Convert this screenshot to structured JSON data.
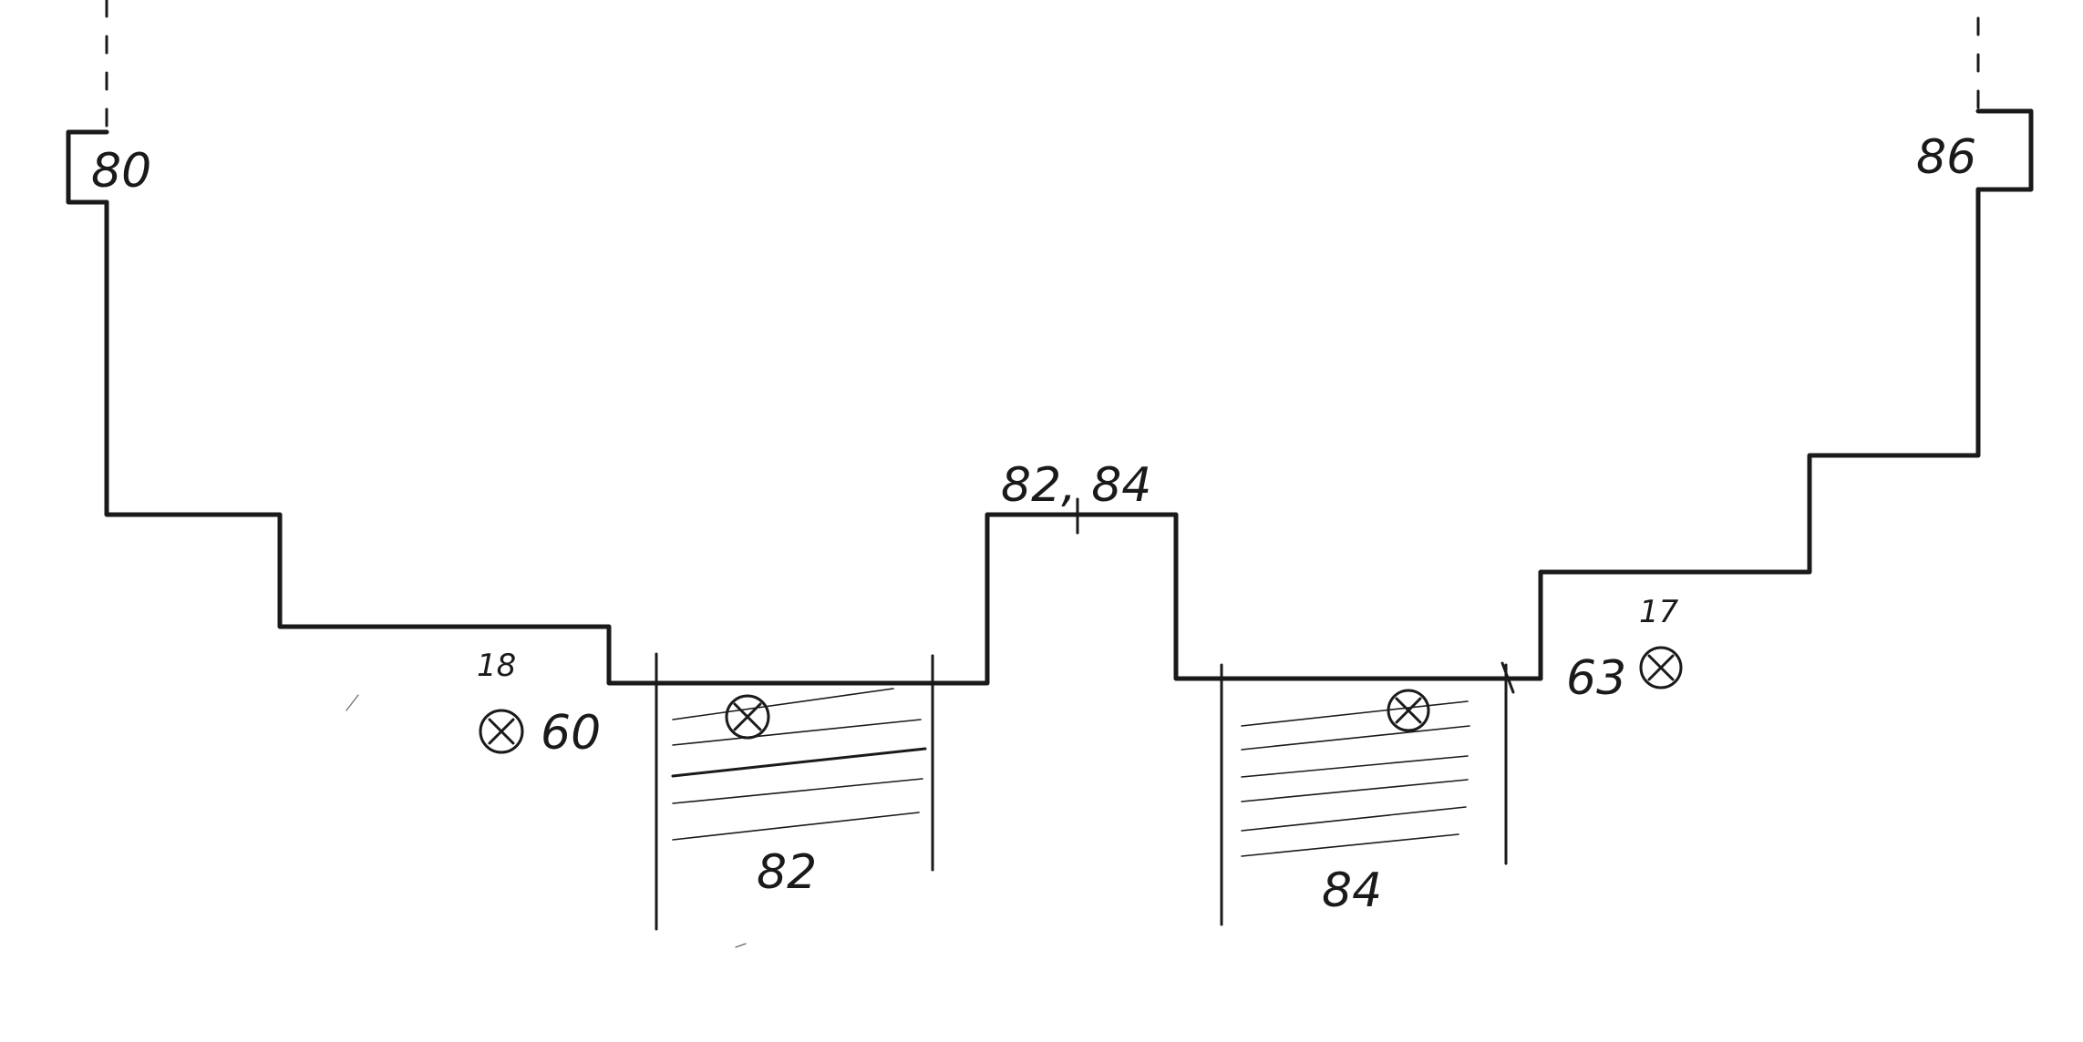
{
  "labels": {
    "left_wall": "80",
    "right_wall": "86",
    "upper_ref": "82, 84",
    "left_pad": "82",
    "right_pad": "84",
    "left_marker_top": "18",
    "left_marker_side": "60",
    "right_marker_top": "17",
    "right_marker_side": "63"
  },
  "icons": {
    "marker": "circled-x-icon"
  },
  "colors": {
    "ink": "#1a1a1a",
    "paper": "#ffffff"
  }
}
